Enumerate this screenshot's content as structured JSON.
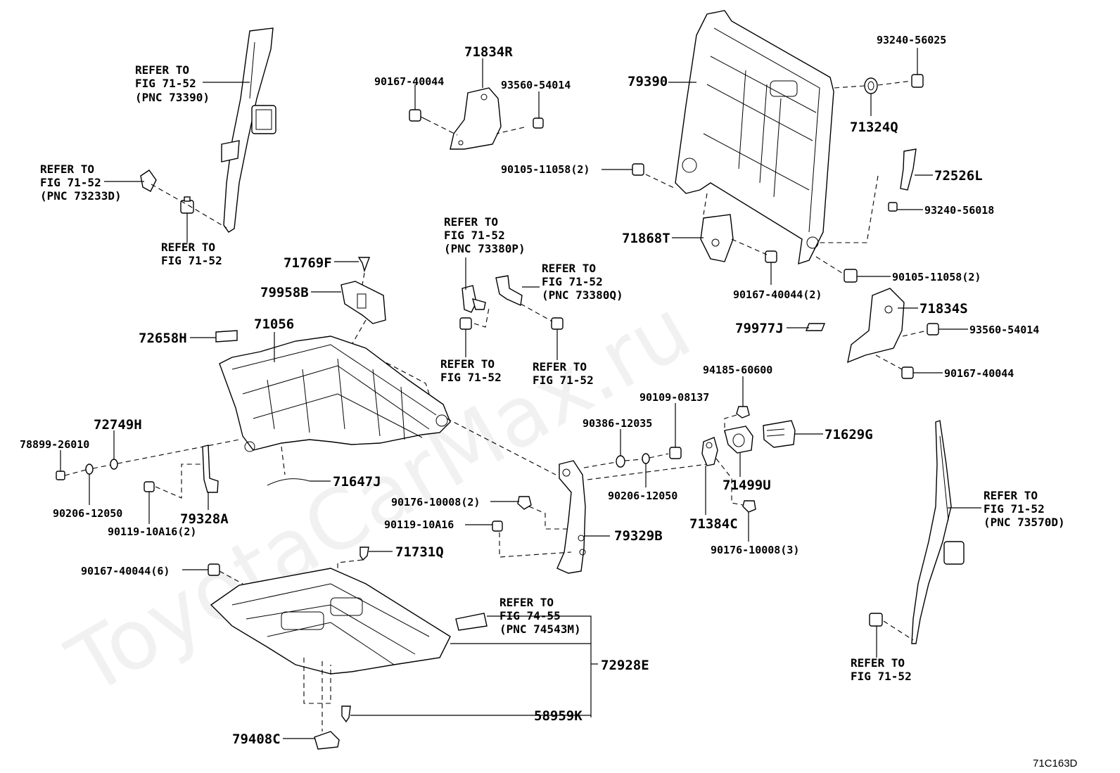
{
  "watermark": "ToyotaCarMax.ru",
  "figure_id": "71C163D",
  "labels": {
    "p71834R": "71834R",
    "p90167_40044_a": "90167-40044",
    "p93560_54014_a": "93560-54014",
    "p79390": "79390",
    "p93240_56025": "93240-56025",
    "p71324Q": "71324Q",
    "p90105_11058_a": "90105-11058(2)",
    "p72526L": "72526L",
    "p93240_56018": "93240-56018",
    "p71868T": "71868T",
    "p90105_11058_b": "90105-11058(2)",
    "p90167_40044_2": "90167-40044(2)",
    "p71769F": "71769F",
    "p79958B": "79958B",
    "p72658H": "72658H",
    "p71056": "71056",
    "p79977J": "79977J",
    "p71834S": "71834S",
    "p93560_54014_b": "93560-54014",
    "p90167_40044_b": "90167-40044",
    "p94185_60600": "94185-60600",
    "p90109_08137": "90109-08137",
    "p90386_12035": "90386-12035",
    "p71629G": "71629G",
    "p72749H": "72749H",
    "p78899_26010": "78899-26010",
    "p71647J": "71647J",
    "p71499U": "71499U",
    "p90206_12050_a": "90206-12050",
    "p90206_12050_b": "90206-12050",
    "p90119_10A16_2": "90119-10A16(2)",
    "p79328A": "79328A",
    "p90176_10008_2": "90176-10008(2)",
    "p90119_10A16": "90119-10A16",
    "p71384C": "71384C",
    "p79329B": "79329B",
    "p90176_10008_3": "90176-10008(3)",
    "p71731Q": "71731Q",
    "p90167_40044_6": "90167-40044(6)",
    "p72928E": "72928E",
    "p58959K": "58959K",
    "p79408C": "79408C"
  },
  "refs": {
    "r1": [
      "REFER TO",
      "FIG 71-52",
      "(PNC 73390)"
    ],
    "r2": [
      "REFER TO",
      "FIG 71-52",
      "(PNC 73233D)"
    ],
    "r3": [
      "REFER TO",
      "FIG 71-52"
    ],
    "r4": [
      "REFER TO",
      "FIG 71-52",
      "(PNC 73380P)"
    ],
    "r5": [
      "REFER TO",
      "FIG 71-52",
      "(PNC 73380Q)"
    ],
    "r6": [
      "REFER TO",
      "FIG 71-52"
    ],
    "r7": [
      "REFER TO",
      "FIG 71-52"
    ],
    "r8": [
      "REFER TO",
      "FIG 74-55",
      "(PNC 74543M)"
    ],
    "r9": [
      "REFER TO",
      "FIG 71-52",
      "(PNC 73570D)"
    ],
    "r10": [
      "REFER TO",
      "FIG 71-52"
    ]
  }
}
